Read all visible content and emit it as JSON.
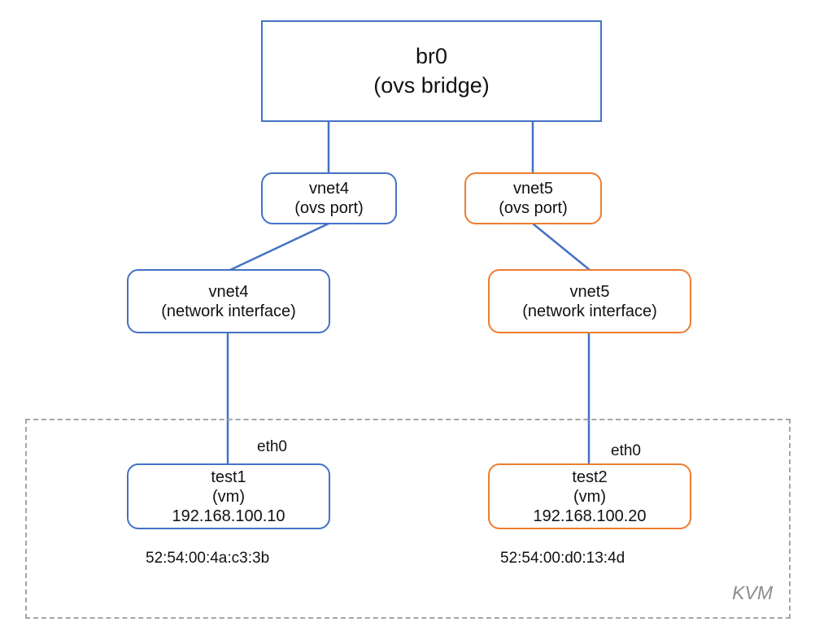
{
  "colors": {
    "blue": "#4472c4",
    "orange": "#ed7d31",
    "grey": "#a6a6a6"
  },
  "bridge": {
    "name": "br0",
    "type": "(ovs bridge)"
  },
  "ports": [
    {
      "name": "vnet4",
      "type": "(ovs port)"
    },
    {
      "name": "vnet5",
      "type": "(ovs port)"
    }
  ],
  "interfaces": [
    {
      "name": "vnet4",
      "type": "(network interface)"
    },
    {
      "name": "vnet5",
      "type": "(network interface)"
    }
  ],
  "vms": [
    {
      "name": "test1",
      "type": "(vm)",
      "ip": "192.168.100.10",
      "nic": "eth0",
      "mac": "52:54:00:4a:c3:3b"
    },
    {
      "name": "test2",
      "type": "(vm)",
      "ip": "192.168.100.20",
      "nic": "eth0",
      "mac": "52:54:00:d0:13:4d"
    }
  ],
  "host": {
    "label": "KVM"
  }
}
